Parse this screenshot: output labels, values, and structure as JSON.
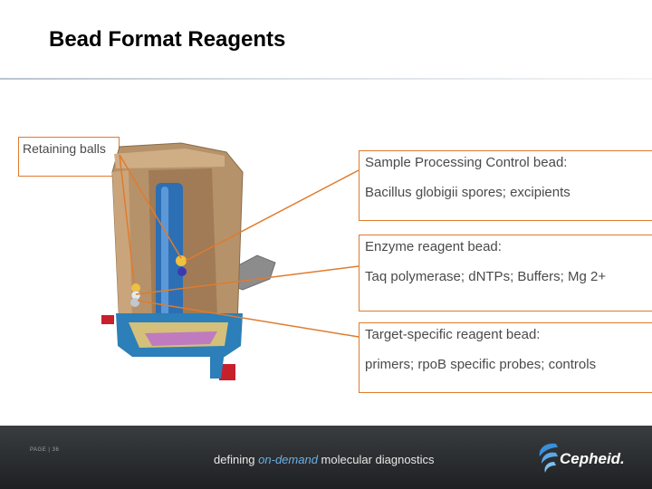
{
  "slide": {
    "title": "Bead Format Reagents",
    "retaining_label": "Retaining balls",
    "callouts": [
      {
        "head": "Sample Processing Control bead:",
        "body": "Bacillus globigii spores; excipients"
      },
      {
        "head": "Enzyme reagent bead:",
        "body": "Taq polymerase; dNTPs; Buffers; Mg 2+"
      },
      {
        "head": "Target-specific reagent bead:",
        "body": "primers; rpoB specific probes; controls"
      }
    ]
  },
  "footer": {
    "page": "PAGE | 36",
    "tagline_pre": "defining ",
    "tagline_em": "on-demand",
    "tagline_post": " molecular diagnostics",
    "logo_text": "Cepheid."
  },
  "colors": {
    "accent_orange": "#e07b2e",
    "footer_bg": "#2a2c2e",
    "tagline_highlight": "#6ab0e6"
  },
  "icons": [
    "cartridge-illustration",
    "cepheid-logo-icon"
  ]
}
